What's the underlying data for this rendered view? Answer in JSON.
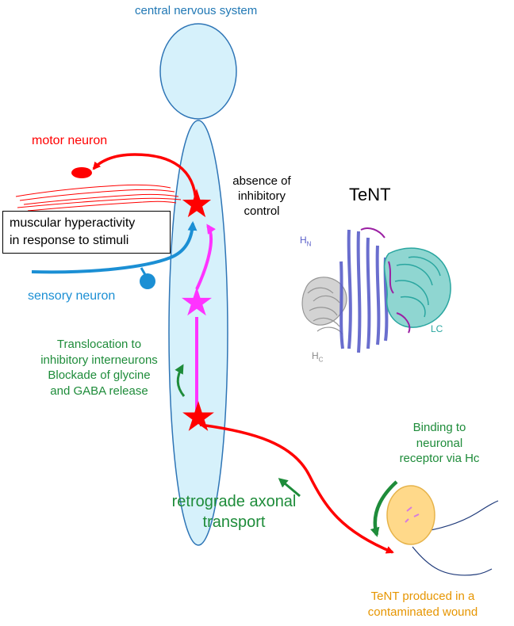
{
  "labels": {
    "cns": "central nervous system",
    "motor_neuron": "motor neuron",
    "absence": "absence of inhibitory control",
    "box_line1": "muscular hyperactivity",
    "box_line2": "in response to stimuli",
    "sensory_neuron": "sensory neuron",
    "translocation": "Translocation to\ninhibitory interneurons\nBlockade of glycine\nand GABA release",
    "retrograde": "retrograde axonal\ntransport",
    "binding": "Binding to\nneuronal\nreceptor via Hc",
    "tent_produced": "TeNT produced in a\ncontaminated wound",
    "tent_title": "TeNT",
    "hn_main": "H",
    "hn_sub": "N",
    "hc_main": "H",
    "hc_sub": "C",
    "lc": "LC"
  },
  "colors": {
    "cns_blue": "#1f77b4",
    "tissue_fill": "#d6f1fb",
    "tissue_stroke": "#2e75b6",
    "motor_red": "#ff0000",
    "sensory_blue": "#1b8fd4",
    "inhibitory_magenta": "#ff33ff",
    "green": "#1e8c3a",
    "orange": "#e69500",
    "wound_fill": "#ffd98a",
    "hn_blue": "#5a5fc9",
    "lc_teal": "#2aa6a0",
    "hc_gray": "#8a8a8a",
    "nerve_navy": "#1f3a7a"
  },
  "icons": [
    "star-icon",
    "muscle-icon",
    "protein-structure-icon"
  ]
}
